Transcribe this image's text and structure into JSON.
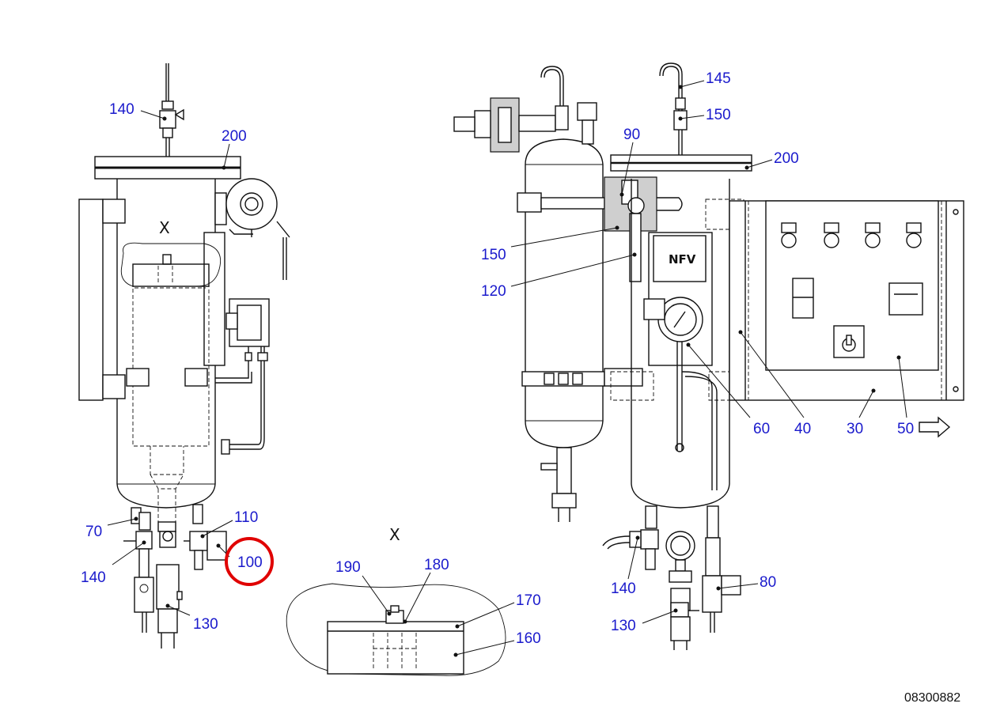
{
  "drawing": {
    "document_number": "08300882",
    "detail_marker": "X",
    "panel_badge": "NFV",
    "highlight_color": "#e00000",
    "label_color": "#1a1acc"
  },
  "left_view": {
    "labels": [
      "140",
      "200",
      "70",
      "110",
      "100",
      "140",
      "130"
    ]
  },
  "detail_view": {
    "labels": [
      "190",
      "180",
      "170",
      "160"
    ]
  },
  "right_view": {
    "labels": [
      "145",
      "150",
      "90",
      "200",
      "150",
      "120",
      "60",
      "40",
      "30",
      "50",
      "140",
      "80",
      "130"
    ]
  },
  "highlighted_label": "100"
}
